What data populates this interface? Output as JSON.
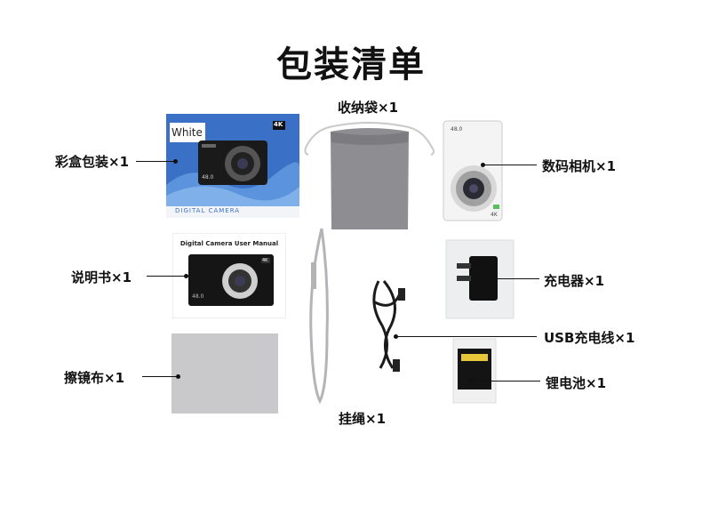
{
  "title": "包装清单",
  "items": {
    "box": {
      "label": "彩盒包装×1",
      "box_tag": "White",
      "box_brand": "DIGITAL CAMERA",
      "box_res": "4K",
      "box_mp": "48.0"
    },
    "pouch": {
      "label": "收纳袋×1"
    },
    "camera": {
      "label": "数码相机×1",
      "camera_mp": "48.0",
      "camera_res": "4K"
    },
    "manual": {
      "label": "说明书×1",
      "manual_title": "Digital Camera User Manual",
      "manual_mp": "48.0",
      "manual_res": "4K"
    },
    "charger": {
      "label": "充电器×1"
    },
    "cable": {
      "label": "USB充电线×1"
    },
    "cloth": {
      "label": "擦镜布×1"
    },
    "battery": {
      "label": "锂电池×1"
    },
    "lanyard": {
      "label": "挂绳×1"
    }
  },
  "colors": {
    "box_blue": "#3a71c6",
    "pouch_gray": "#8e8e92",
    "cloth_gray": "#c9c9cc",
    "camera_white": "#f4f4f4"
  }
}
